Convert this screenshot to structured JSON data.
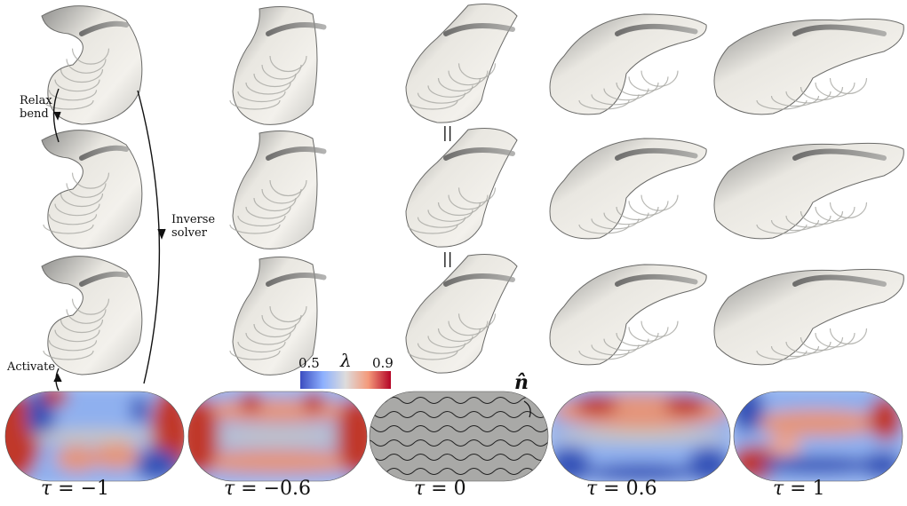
{
  "annotations": {
    "relax_bend": [
      "Relax",
      "bend"
    ],
    "inverse_solver": [
      "Inverse",
      "solver"
    ],
    "activate": "Activate",
    "equals_1": "||",
    "equals_2": "||"
  },
  "colorbar": {
    "symbol": "λ",
    "min_label": "0.5",
    "max_label": "0.9",
    "colors": [
      "#3b4cc0",
      "#8db0fe",
      "#dddcdc",
      "#f49a7b",
      "#b40426"
    ]
  },
  "director_symbol": "n̂",
  "columns": [
    {
      "symbol": "τ",
      "equals": " = ",
      "value": "−1"
    },
    {
      "symbol": "τ",
      "equals": " = ",
      "value": "−0.6"
    },
    {
      "symbol": "τ",
      "equals": " = ",
      "value": "0"
    },
    {
      "symbol": "τ",
      "equals": " = ",
      "value": "0.6"
    },
    {
      "symbol": "τ",
      "equals": " = ",
      "value": "1"
    }
  ],
  "colors": {
    "shell_light": "#eceae4",
    "shell_mid": "#bdbcb8",
    "shell_dark": "#5a5a5a",
    "pattern_grey": "#a9a9a7",
    "blue": "#3b5fc8",
    "red": "#c0392b"
  }
}
